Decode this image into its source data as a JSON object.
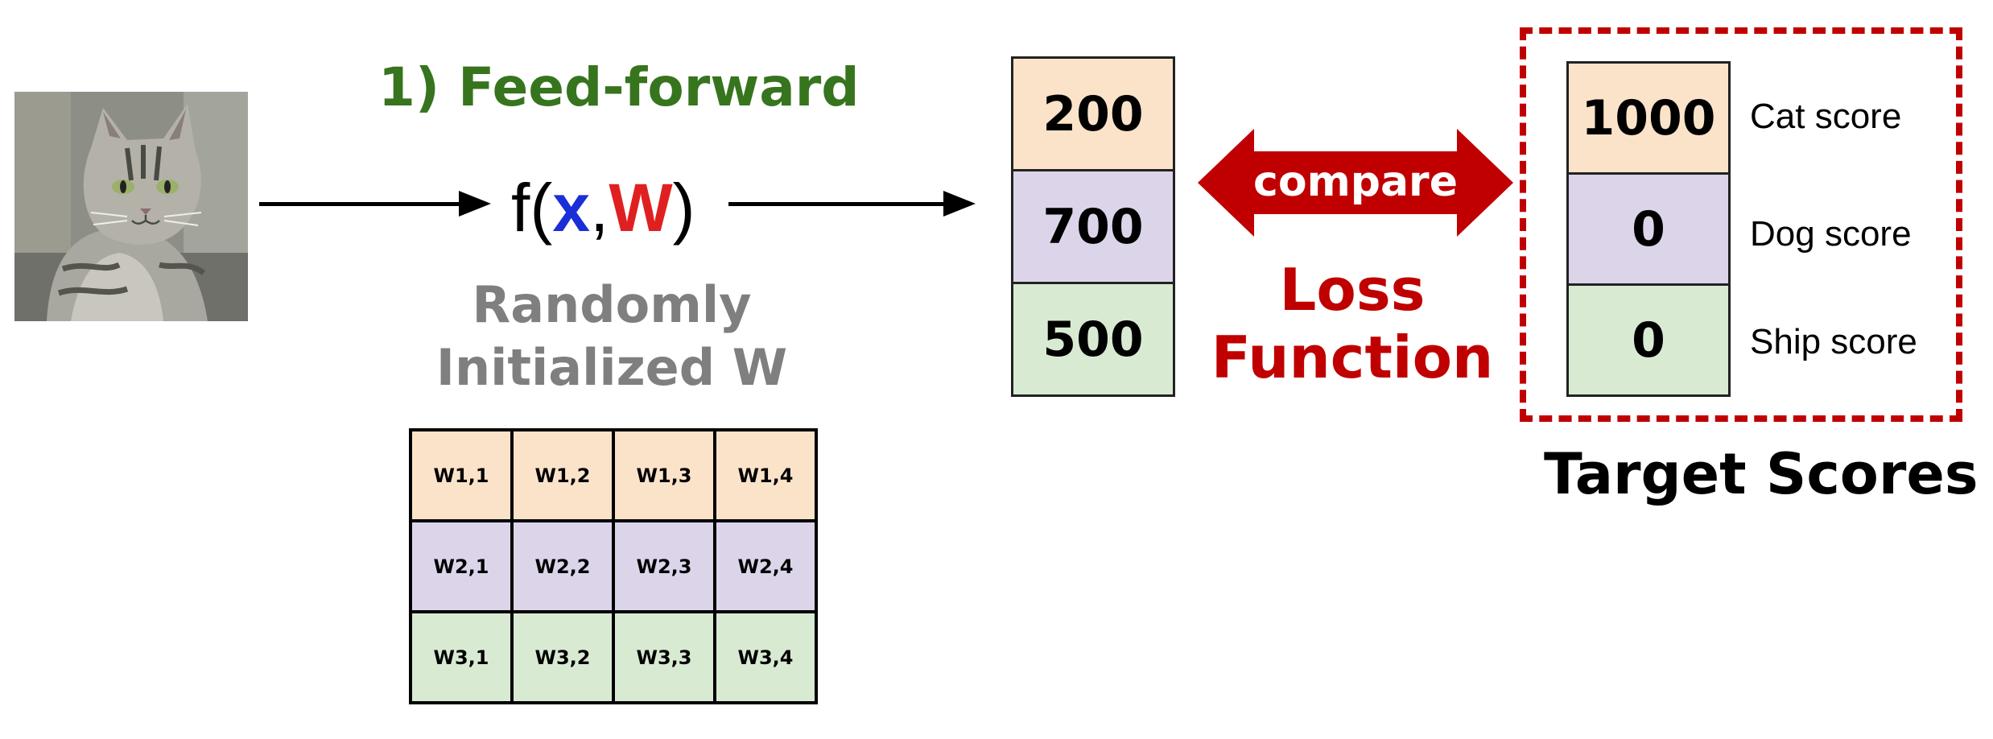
{
  "diagram": {
    "step_title": "1) Feed-forward",
    "formula": {
      "f_open": "f(",
      "x": "x",
      "comma": ",",
      "w": "W",
      "close": ")"
    },
    "random_label": {
      "line1": "Randomly",
      "line2": "Initialized W"
    },
    "weight_matrix": [
      [
        "W1,1",
        "W1,2",
        "W1,3",
        "W1,4"
      ],
      [
        "W2,1",
        "W2,2",
        "W2,3",
        "W2,4"
      ],
      [
        "W3,1",
        "W3,2",
        "W3,3",
        "W3,4"
      ]
    ],
    "output_scores": [
      "200",
      "700",
      "500"
    ],
    "compare_label": "compare",
    "loss_label": {
      "line1": "Loss",
      "line2": "Function"
    },
    "target_scores": [
      "1000",
      "0",
      "0"
    ],
    "score_names": [
      "Cat score",
      "Dog score",
      "Ship score"
    ],
    "target_title": "Target Scores",
    "colors": {
      "row_cat": "#fbe3ca",
      "row_dog": "#dcd5ea",
      "row_ship": "#d9ead3",
      "step_green": "#37741e",
      "accent_red": "#c00000",
      "x_blue": "#1a2fd6",
      "w_red": "#e02020",
      "muted_gray": "#7f7f7f"
    }
  }
}
